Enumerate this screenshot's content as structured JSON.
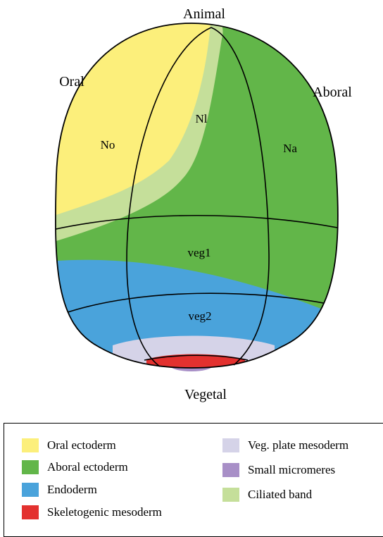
{
  "diagram": {
    "labels": {
      "animal": "Animal",
      "vegetal": "Vegetal",
      "oral": "Oral",
      "aboral": "Aboral",
      "no": "No",
      "nl": "Nl",
      "na": "Na",
      "veg1": "veg1",
      "veg2": "veg2"
    },
    "colors": {
      "oral_ectoderm": "#fcef7b",
      "aboral_ectoderm": "#62b649",
      "endoderm": "#4aa3db",
      "skeletogenic_mesoderm": "#e3312f",
      "veg_plate_mesoderm": "#d5d3e8",
      "small_micromeres": "#a88fc7",
      "ciliated_band": "#c5df9a"
    }
  },
  "legend": {
    "items": [
      {
        "label": "Oral ectoderm",
        "color": "#fcef7b"
      },
      {
        "label": "Aboral ectoderm",
        "color": "#62b649"
      },
      {
        "label": "Endoderm",
        "color": "#4aa3db"
      },
      {
        "label": "Skeletogenic mesoderm",
        "color": "#e3312f"
      },
      {
        "label": "Veg. plate mesoderm",
        "color": "#d5d3e8"
      },
      {
        "label": "Small micromeres",
        "color": "#a88fc7"
      },
      {
        "label": "Ciliated band",
        "color": "#c5df9a"
      }
    ]
  }
}
